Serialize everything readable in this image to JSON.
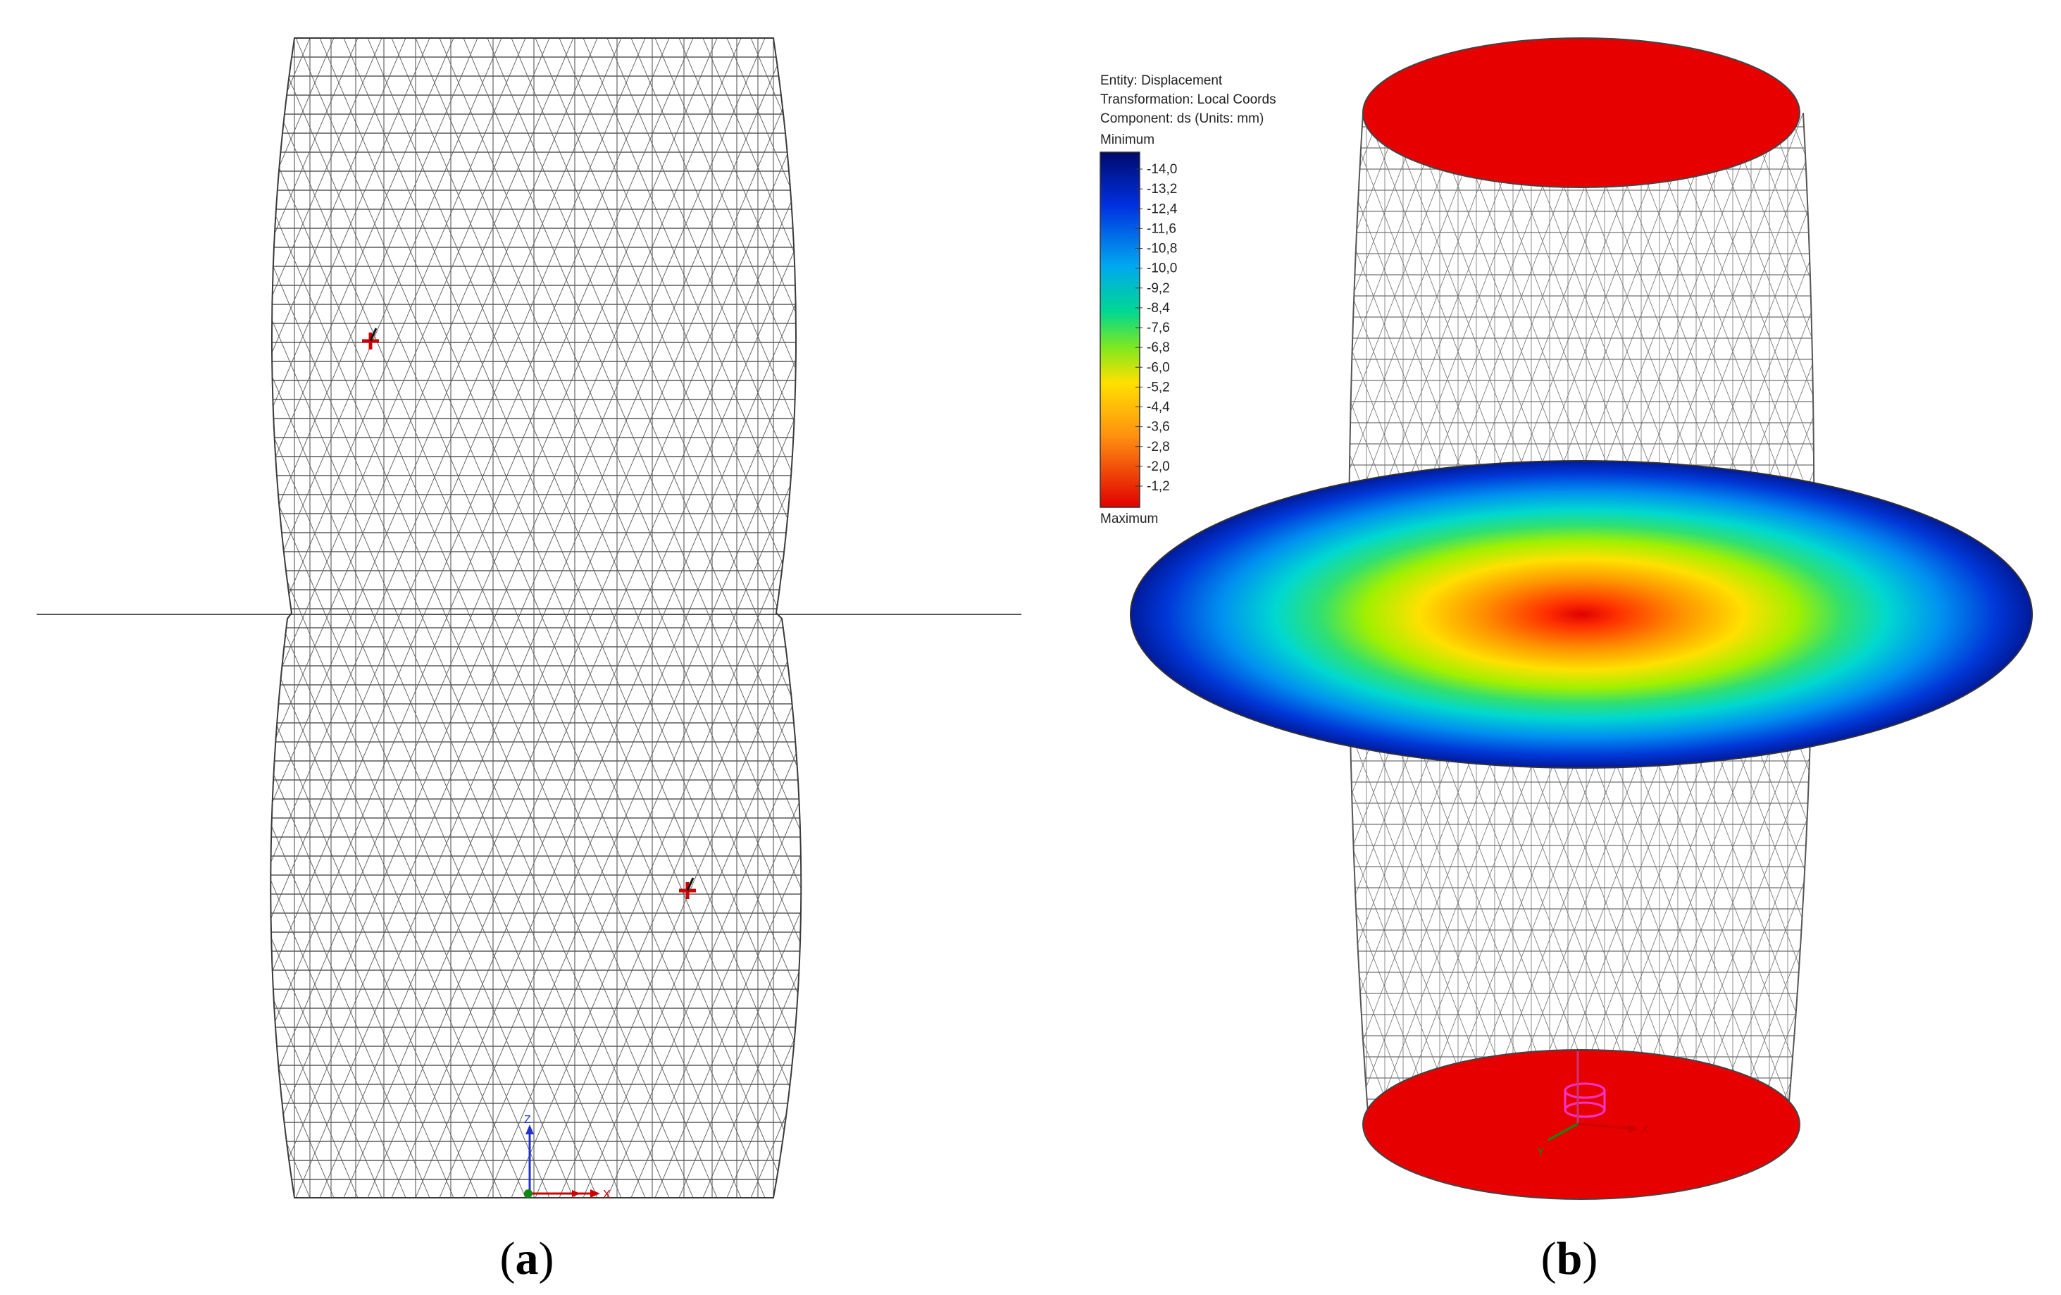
{
  "panel_a": {
    "caption_open": "(",
    "caption_letter": "a",
    "caption_close": ")",
    "axis_labels": {
      "z": "Z",
      "x": "X"
    }
  },
  "panel_b": {
    "caption_open": "(",
    "caption_letter": "b",
    "caption_close": ")",
    "legend": {
      "entity": "Entity: Displacement",
      "transformation": "Transformation: Local Coords",
      "component": "Component: ds  (Units: mm)",
      "minimum_label": "Minimum",
      "maximum_label": "Maximum",
      "levels": [
        "-14,0",
        "-13,2",
        "-12,4",
        "-11,6",
        "-10,8",
        "-10,0",
        "-9,2",
        "-8,4",
        "-7,6",
        "-6,8",
        "-6,0",
        "-5,2",
        "-4,4",
        "-3,6",
        "-2,8",
        "-2,0",
        "-1,2"
      ],
      "colors": [
        "#00107a",
        "#0024b8",
        "#0038e0",
        "#0058f0",
        "#0078f0",
        "#00a0f0",
        "#00c8e8",
        "#00d8a0",
        "#30e060",
        "#a0e800",
        "#e8f000",
        "#ffd000",
        "#ffb000",
        "#ff9020",
        "#ff7020",
        "#ff4010",
        "#e80000"
      ]
    },
    "axis_labels": {
      "x": "X",
      "y": "Y"
    }
  },
  "colors": {
    "wire": "#5a5a5a",
    "plate_red": "#e60000",
    "triad_red": "#cc0000",
    "triad_pink": "#ff33cc"
  }
}
